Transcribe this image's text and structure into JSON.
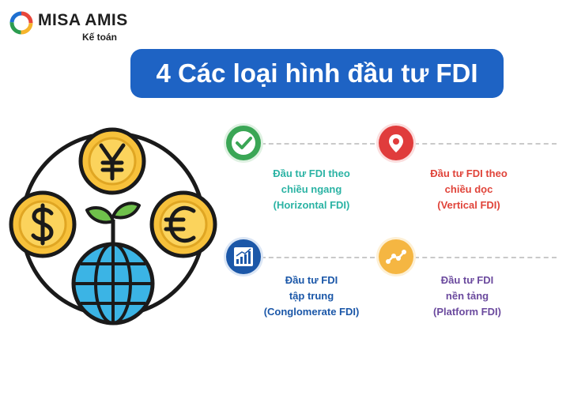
{
  "logo": {
    "brand": "MISA AMIS",
    "product": "Kế toán"
  },
  "title": "4 Các loại hình đầu tư FDI",
  "items": [
    {
      "lines": [
        "Đầu tư FDI theo",
        "chiều ngang",
        "(Horizontal FDI)"
      ],
      "color": "#2bb3a4",
      "icon": "check-icon",
      "icon_color": "#3aa655"
    },
    {
      "lines": [
        "Đầu tư FDI theo",
        "chiều dọc",
        "(Vertical FDI)"
      ],
      "color": "#e0443a",
      "icon": "map-pin-icon",
      "icon_color": "#e03c3c"
    },
    {
      "lines": [
        "Đầu tư FDI",
        "tập trung",
        "(Conglomerate FDI)"
      ],
      "color": "#1b57a8",
      "icon": "bar-chart-icon",
      "icon_color": "#1b57a8"
    },
    {
      "lines": [
        "Đầu tư FDI",
        "nền tảng",
        "(Platform FDI)"
      ],
      "color": "#6b4a9e",
      "icon": "route-icon",
      "icon_color": "#f5b642"
    }
  ],
  "illustration": {
    "coins": [
      "yen-coin",
      "dollar-coin",
      "euro-coin"
    ],
    "globe": "globe-icon",
    "sprout": "sprout-icon"
  }
}
